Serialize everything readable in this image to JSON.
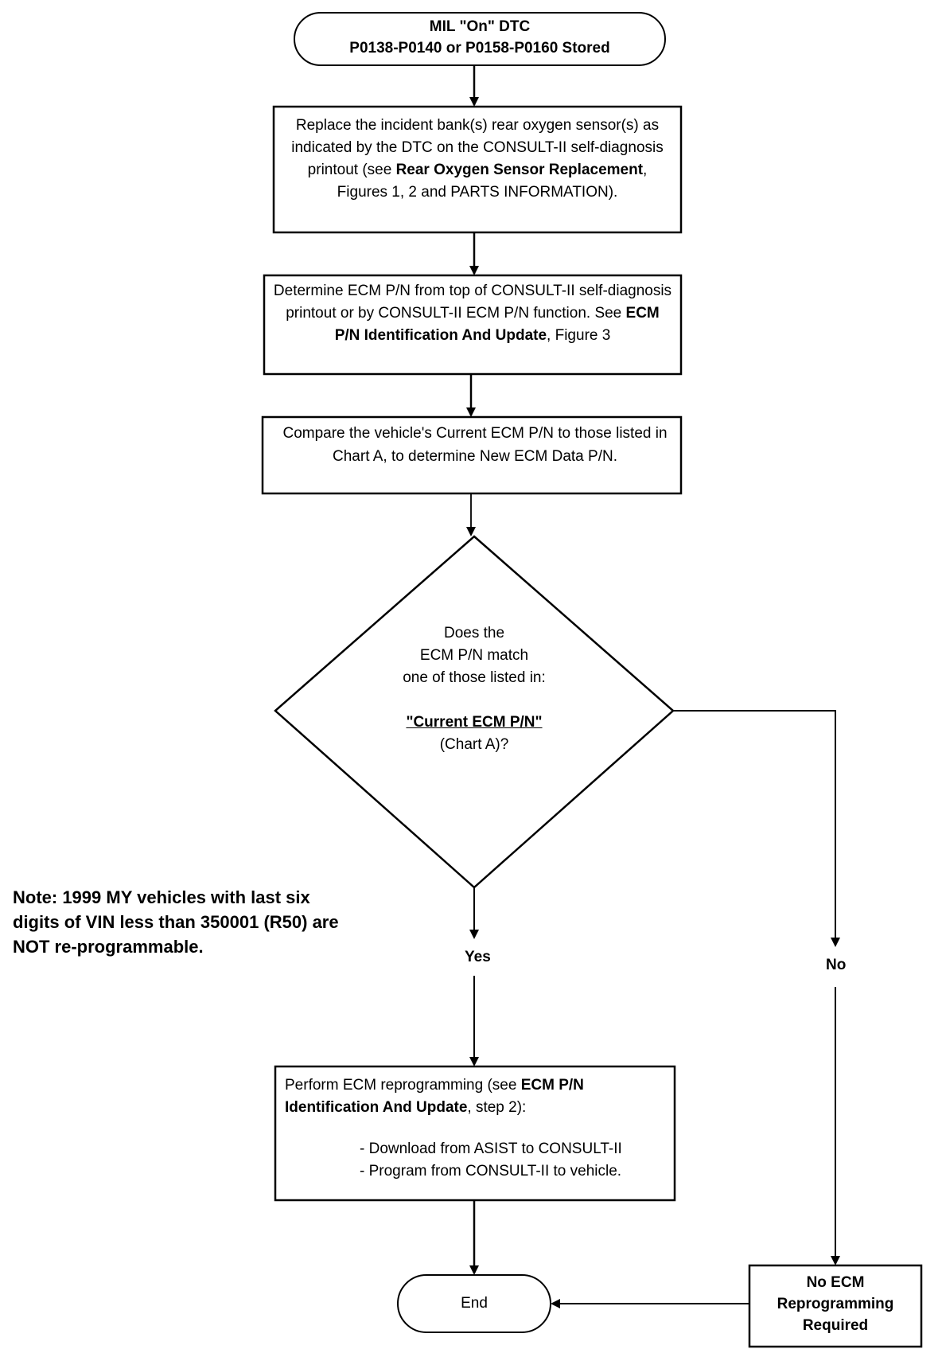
{
  "start": {
    "line1": "MIL \"On\" DTC",
    "line2": "P0138-P0140 or P0158-P0160  Stored"
  },
  "step1": {
    "t1": "Replace the incident bank(s) rear oxygen sensor(s) as indicated by the DTC on the CONSULT-II self-diagnosis printout (see ",
    "b1": "Rear Oxygen Sensor Replacement",
    "t2": ", Figures 1, 2 and PARTS INFORMATION)."
  },
  "step2": {
    "t1": "Determine ECM P/N from top of CONSULT-II self-diagnosis printout or by CONSULT-II ECM P/N function.  See ",
    "b1": "ECM P/N Identification And Update",
    "t2": ", Figure 3"
  },
  "step3": {
    "text": "Compare the vehicle's Current ECM P/N to those listed in Chart A, to determine New ECM Data P/N."
  },
  "decision": {
    "l1": "Does the",
    "l2": "ECM P/N match",
    "l3": "one of those listed in:",
    "l4": "\"Current ECM P/N\"",
    "l5": "(Chart A)?"
  },
  "note": "Note: 1999 MY vehicles with last six digits of VIN less than 350001 (R50) are NOT re-programmable.",
  "yes_label": "Yes",
  "no_label": "No",
  "step4": {
    "t1": "Perform ECM reprogramming (see ",
    "b1": "ECM P/N Identification And Update",
    "t2": ", step 2):",
    "item1": "- Download from ASIST to CONSULT-II",
    "item2": "- Program from CONSULT-II to vehicle."
  },
  "no_reprog": {
    "l1": "No ECM",
    "l2": "Reprogramming",
    "l3": "Required"
  },
  "end": "End"
}
